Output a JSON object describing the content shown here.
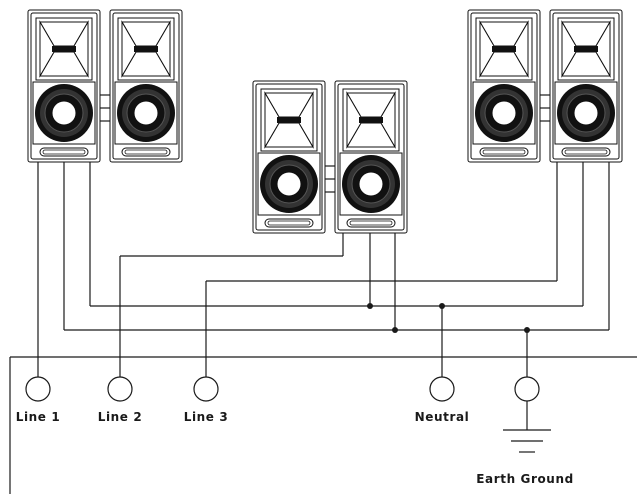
{
  "diagram": {
    "speakers": [
      {
        "name": "speaker-left-a"
      },
      {
        "name": "speaker-left-b"
      },
      {
        "name": "speaker-center-a"
      },
      {
        "name": "speaker-center-b"
      },
      {
        "name": "speaker-right-a"
      },
      {
        "name": "speaker-right-b"
      }
    ],
    "terminals": [
      {
        "id": "line1",
        "label": "Line 1"
      },
      {
        "id": "line2",
        "label": "Line 2"
      },
      {
        "id": "line3",
        "label": "Line 3"
      },
      {
        "id": "neutral",
        "label": "Neutral"
      },
      {
        "id": "earth",
        "label": ""
      }
    ],
    "earth_label": "Earth Ground"
  }
}
